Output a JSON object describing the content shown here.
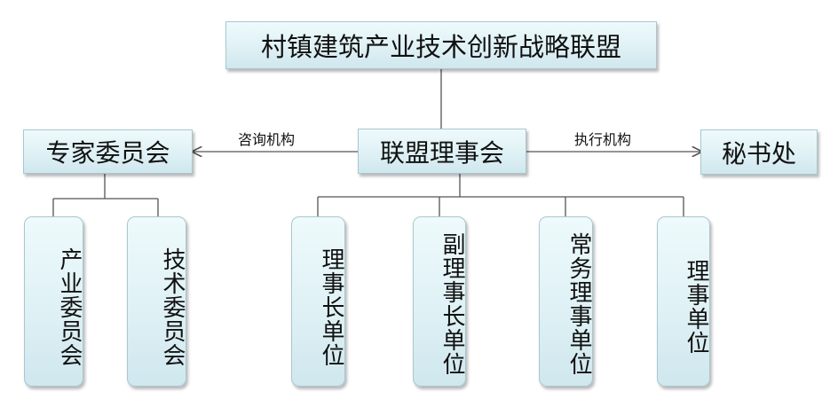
{
  "title": "村镇建筑产业技术创新战略联盟",
  "council": "联盟理事会",
  "expert_committee": "专家委员会",
  "secretariat": "秘书处",
  "edge_labels": {
    "advisory": "咨询机构",
    "executive": "执行机构"
  },
  "sub_committees": [
    "产业委员会",
    "技术委员会"
  ],
  "council_members": [
    "理事长单位",
    "副理事长单位",
    "常务理事单位",
    "理事单位"
  ],
  "colors": {
    "box_fill": "#dff1f5",
    "box_border": "#a9c7cf",
    "line": "#555555"
  }
}
